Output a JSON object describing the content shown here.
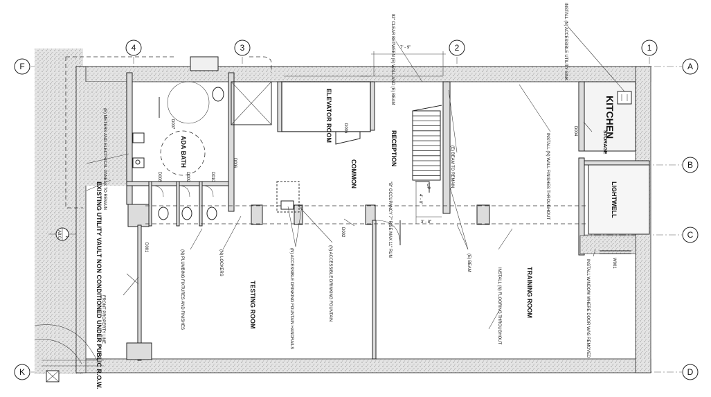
{
  "gridlines": {
    "columns": [
      "4",
      "3",
      "2",
      "1"
    ],
    "rows": [
      "A",
      "B",
      "C",
      "D"
    ],
    "left_rows": [
      "F",
      "K"
    ]
  },
  "dimensions": {
    "top_width": "7' - 9\"",
    "stair_width": "4' - 0\"",
    "landing": "3' - 8\""
  },
  "rooms": {
    "elevator": "ELEVATOR ROOM",
    "reception": "RECEPTION",
    "common": "COMMON",
    "kitchen": "KITCHEN",
    "kitchen_sub": "STORAGE",
    "lightwell": "LIGHTWELL",
    "ada_bath": "ADA BATH",
    "testing": "TESTING ROOM",
    "training": "TRAINING ROOM"
  },
  "doors": [
    "D001",
    "D002",
    "D004",
    "D005",
    "D006",
    "D007",
    "D008",
    "D009",
    "D010"
  ],
  "windows": [
    "W001"
  ],
  "notes": {
    "clear_beam": "92\" CLEAR BETWEEN (E) WALL AND (E) BEAM",
    "sink": "INSTALL (N) ACCESSIBLE UTILITY SINK",
    "wall_finishes": "INSTALL (N) WALL FINISHES THROUGHOUT",
    "beam_remain": "(E) BEAM TO REMAIN",
    "occupancy": "\"B\" OCCUPANCY 7\" RISE MAX 11\" RUN",
    "up": "UP",
    "vault": "EXISTING UTILITY VAULT NON CONDITIONED UNDER PUBLIC R.O.W.",
    "meters": "(E) METERS AND ELECTRICAL PANELS TO REMAIN",
    "plumbing": "(N) PLUMBING FIXTURES AND FINISHES",
    "lockers": "(N) LOCKERS",
    "fountain_handrails": "(N) ACCESSIBLE DRINKING FOUNTAIN HANDRAILS",
    "fountain": "(N) ACCESSIBLE DRINKING FOUNTAIN",
    "flooring": "INSTALL (N) FLOORING THROUGHOUT",
    "e_beam": "(E) BEAM",
    "window_door": "INSTALL WINDOW WHERE DOOR WAS REMOVED",
    "property_line": "FRONT PROPERTY LINE"
  },
  "section_mark": {
    "number": "1",
    "sheet": "A8.0"
  }
}
